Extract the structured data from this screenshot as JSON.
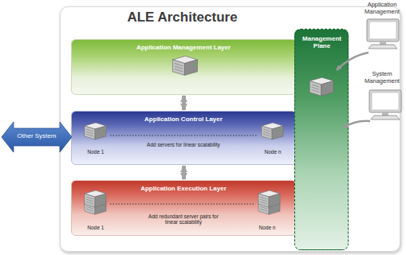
{
  "diagram": {
    "title": "ALE Architecture",
    "nodes": [
      {
        "text": [
          "ALE Architecture"
        ]
      },
      {
        "text": [
          "Application Management Layer"
        ],
        "in": 0
      },
      {
        "text": [
          "Application Control Layer",
          "Node 1",
          "Add servers for linear scalability",
          "Node n"
        ],
        "in": 0
      },
      {
        "text": [
          "Application Execution Layer",
          "Node 1",
          "Add redundant server pairs for linear scalability",
          "Node n"
        ],
        "in": 0
      },
      {
        "text": [
          "Management Plane"
        ],
        "in": 0
      },
      {
        "text": [
          "Other System"
        ]
      }
    ],
    "edges": [
      {
        "from": 1,
        "to": 2,
        "arrow": "both"
      },
      {
        "from": 2,
        "to": 3,
        "arrow": "both"
      }
    ],
    "labels": [
      "Application Management",
      "System Management"
    ]
  }
}
